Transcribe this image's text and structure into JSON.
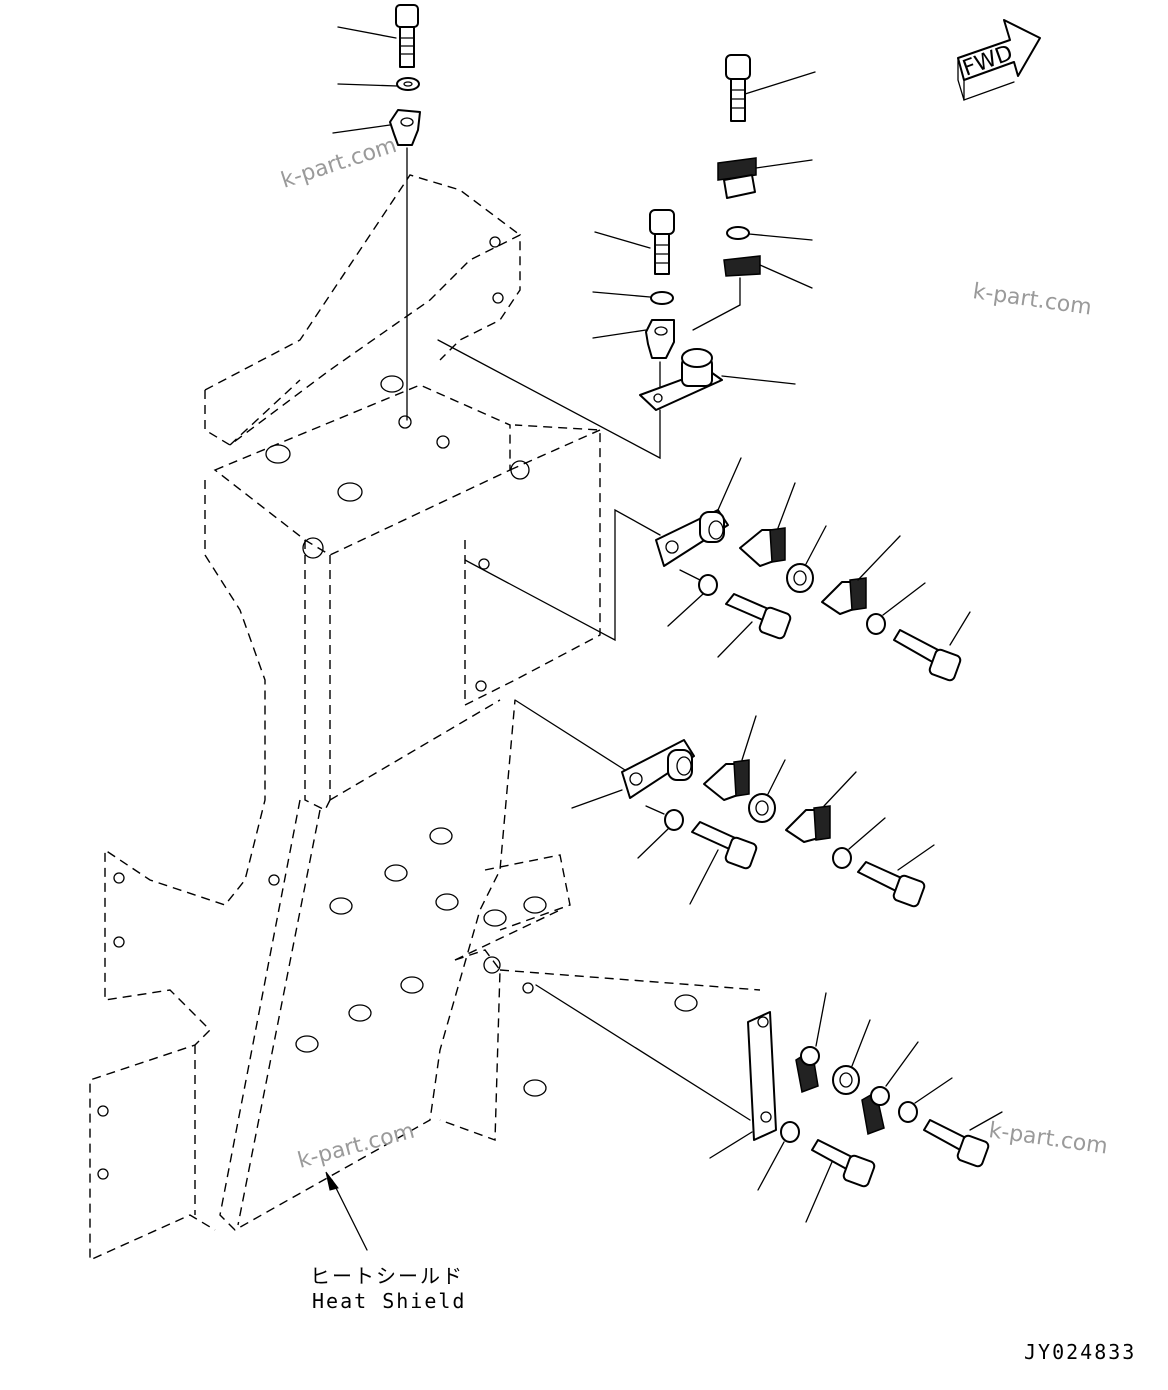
{
  "labels": {
    "heat_shield_jp": "ヒートシールド",
    "heat_shield_en": "Heat Shield",
    "figure_code": "JY024833",
    "fwd": "FWD"
  },
  "watermarks": [
    "k-part.com",
    "k-part.com",
    "k-part.com",
    "k-part.com"
  ]
}
